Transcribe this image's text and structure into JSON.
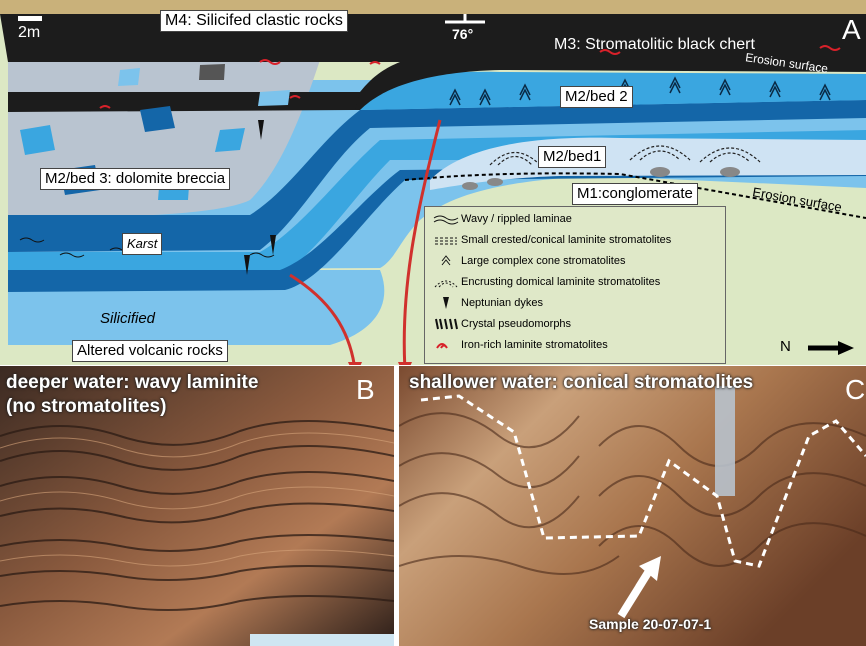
{
  "panelA": {
    "letter": "A",
    "scale_label": "2m",
    "dip_label": "76°",
    "north_label": "N",
    "units": {
      "m4": "M4: Silicifed clastic rocks",
      "m3": "M3: Stromatolitic black chert",
      "m2bed2": "M2/bed 2",
      "m2bed1": "M2/bed1",
      "m2bed3": "M2/bed 3: dolomite breccia",
      "m1": "M1:conglomerate",
      "karst": "Karst",
      "silicified": "Silicified",
      "altered": "Altered volcanic rocks",
      "erosion_top": "Erosion surface",
      "erosion_bottom": "Erosion surface"
    },
    "legend": [
      {
        "icon": "wavy-laminae-icon",
        "label": "Wavy / rippled laminae"
      },
      {
        "icon": "small-crested-stromatolite-icon",
        "label": "Small crested/conical laminite stromatolites"
      },
      {
        "icon": "large-cone-stromatolite-icon",
        "label": "Large complex cone stromatolites"
      },
      {
        "icon": "domical-stromatolite-icon",
        "label": "Encrusting domical laminite stromatolites"
      },
      {
        "icon": "neptunian-dyke-icon",
        "label": "Neptunian dykes"
      },
      {
        "icon": "crystal-pseudomorph-icon",
        "label": "Crystal pseudomorphs"
      },
      {
        "icon": "iron-rich-stromatolite-icon",
        "label": "Iron-rich laminite stromatolites"
      }
    ],
    "colors": {
      "black_chert": "#1c1c1c",
      "breccia": "#b9c4d0",
      "bed_blue": "#3aa6e0",
      "dark_blue": "#1466a8",
      "silicified": "#7cc3ec",
      "volcanic": "#dce8c4",
      "sky": "#f5f5f5",
      "top_strip": "#c9b17a",
      "iron_red": "#d8212a",
      "arrow_red": "#d0312d"
    }
  },
  "panelB": {
    "letter": "B",
    "title_line1": "deeper water: wavy laminite",
    "title_line2": "(no stromatolites)"
  },
  "panelC": {
    "letter": "C",
    "title": "shallower water: conical stromatolites",
    "sample_label": "Sample 20-07-07-1"
  }
}
